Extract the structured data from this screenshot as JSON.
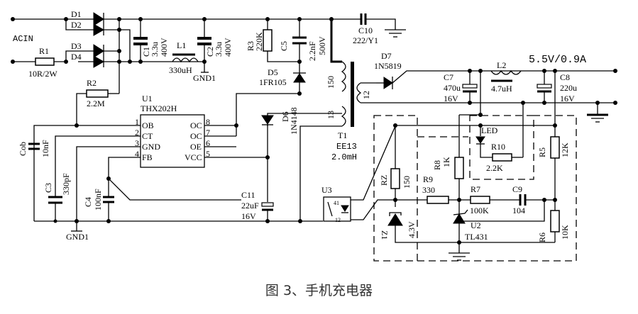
{
  "labels": {
    "acin": "ACIN",
    "d1": "D1",
    "d2": "D2",
    "d3": "D3",
    "d4": "D4",
    "r1": "R1",
    "r1_val": "10R/2W",
    "r2": "R2",
    "r2_val": "2.2M",
    "c1": "C1",
    "c1_val": "3.3u",
    "c1_v": "400V",
    "l1": "L1",
    "l1_val": "330uH",
    "c2": "C2",
    "c2_val": "3.3u",
    "c2_v": "400V",
    "gnd1_top": "GND1",
    "r3": "R3",
    "r3_val": "220K",
    "c5": "C5",
    "c5_val": "2.2nF",
    "c5_v": "500V",
    "d5": "D5",
    "d5_val": "1FR105",
    "c10": "C10",
    "c10_val": "222/Y1",
    "d7": "D7",
    "d7_val": "1N5819",
    "output": "5.5V/0.9A",
    "c7": "C7",
    "c7_val": "470u",
    "c7_v": "16V",
    "l2": "L2",
    "l2_val": "4.7uH",
    "c8": "C8",
    "c8_val": "220u",
    "c8_v": "16V",
    "u1": "U1",
    "u1_part": "THX202H",
    "pins_left": [
      "OB",
      "CT",
      "GND",
      "FB"
    ],
    "pins_left_num": [
      "1",
      "2",
      "3",
      "4"
    ],
    "pins_right": [
      "OC",
      "OC",
      "OE",
      "VCC"
    ],
    "pins_right_num": [
      "8",
      "7",
      "6",
      "5"
    ],
    "cob": "Cob",
    "cob_val": "10nF",
    "c3": "C3",
    "c3_val": "330pF",
    "c4": "C4",
    "c4_val": "100nF",
    "gnd1_bottom": "GND1",
    "winding_primary": "150",
    "winding_aux": "13",
    "winding_secondary": "12",
    "d6": "D6",
    "d6_val": "1N4148",
    "t1": "T1",
    "t1_core": "EE13",
    "t1_l": "2.0mH",
    "c11": "C11",
    "c11_val": "22uF",
    "c11_v": "16V",
    "u3": "U3",
    "u3_pin_a": "41",
    "u3_pin_b": "12",
    "rz": "RZ",
    "rz_val": "150",
    "z1": "Z1",
    "z1_val": "4.3V",
    "led": "LED",
    "r10": "R10",
    "r10_val": "2.2K",
    "r8": "R8",
    "r8_val": "1K",
    "r9": "R9",
    "r9_val": "330",
    "r7": "R7",
    "r7_val": "100K",
    "c9": "C9",
    "c9_val": "104",
    "u2": "U2",
    "u2_part": "TL431",
    "r5": "R5",
    "r5_val": "12K",
    "r6": "R6",
    "r6_val": "10K"
  },
  "caption": "图 3、手机充电器"
}
